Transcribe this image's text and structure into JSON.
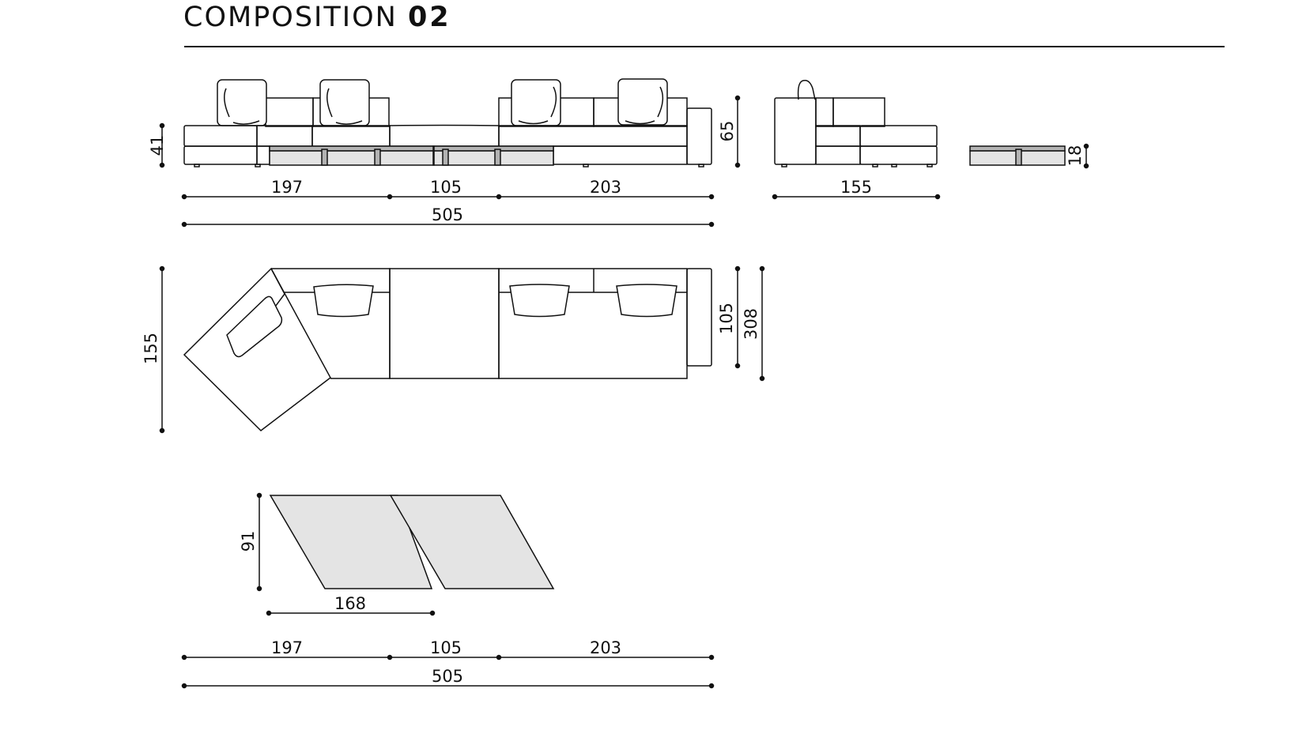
{
  "header": {
    "title_light": "COMPOSITION",
    "title_bold": "02"
  },
  "front_elevation": {
    "height_seat": "41",
    "height_total": "65",
    "widths": [
      "197",
      "105",
      "203"
    ],
    "total_width": "505"
  },
  "side_elevation": {
    "depth": "155"
  },
  "tray": {
    "height": "18"
  },
  "plan_view": {
    "depth_left": "155",
    "depth_right": "105",
    "depth_total": "308"
  },
  "rug": {
    "height": "91",
    "width": "168"
  },
  "bottom_dimensions": {
    "widths": [
      "197",
      "105",
      "203"
    ],
    "total_width": "505"
  },
  "colors": {
    "line": "#111111",
    "fill_light": "#e4e4e4",
    "fill_mid": "#b3b3b3"
  }
}
